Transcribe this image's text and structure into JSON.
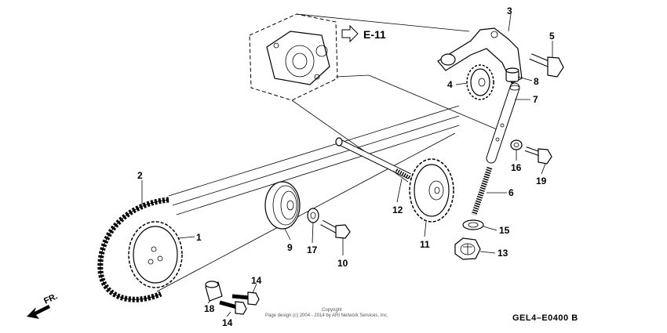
{
  "diagram": {
    "reference": "E-11",
    "code": "GEL4–E0400 B",
    "copyright_line1": "Copyright",
    "copyright_line2": "Page design (c) 2004 - 2014 by ARI Network Services, Inc.",
    "direction": "FR.",
    "callouts": {
      "c1": "1",
      "c2": "2",
      "c3": "3",
      "c4": "4",
      "c5": "5",
      "c6": "6",
      "c7": "7",
      "c8": "8",
      "c9": "9",
      "c10": "10",
      "c11": "11",
      "c12": "12",
      "c13": "13",
      "c14a": "14",
      "c14b": "14",
      "c15": "15",
      "c16": "16",
      "c17": "17",
      "c18": "18",
      "c19": "19"
    }
  }
}
